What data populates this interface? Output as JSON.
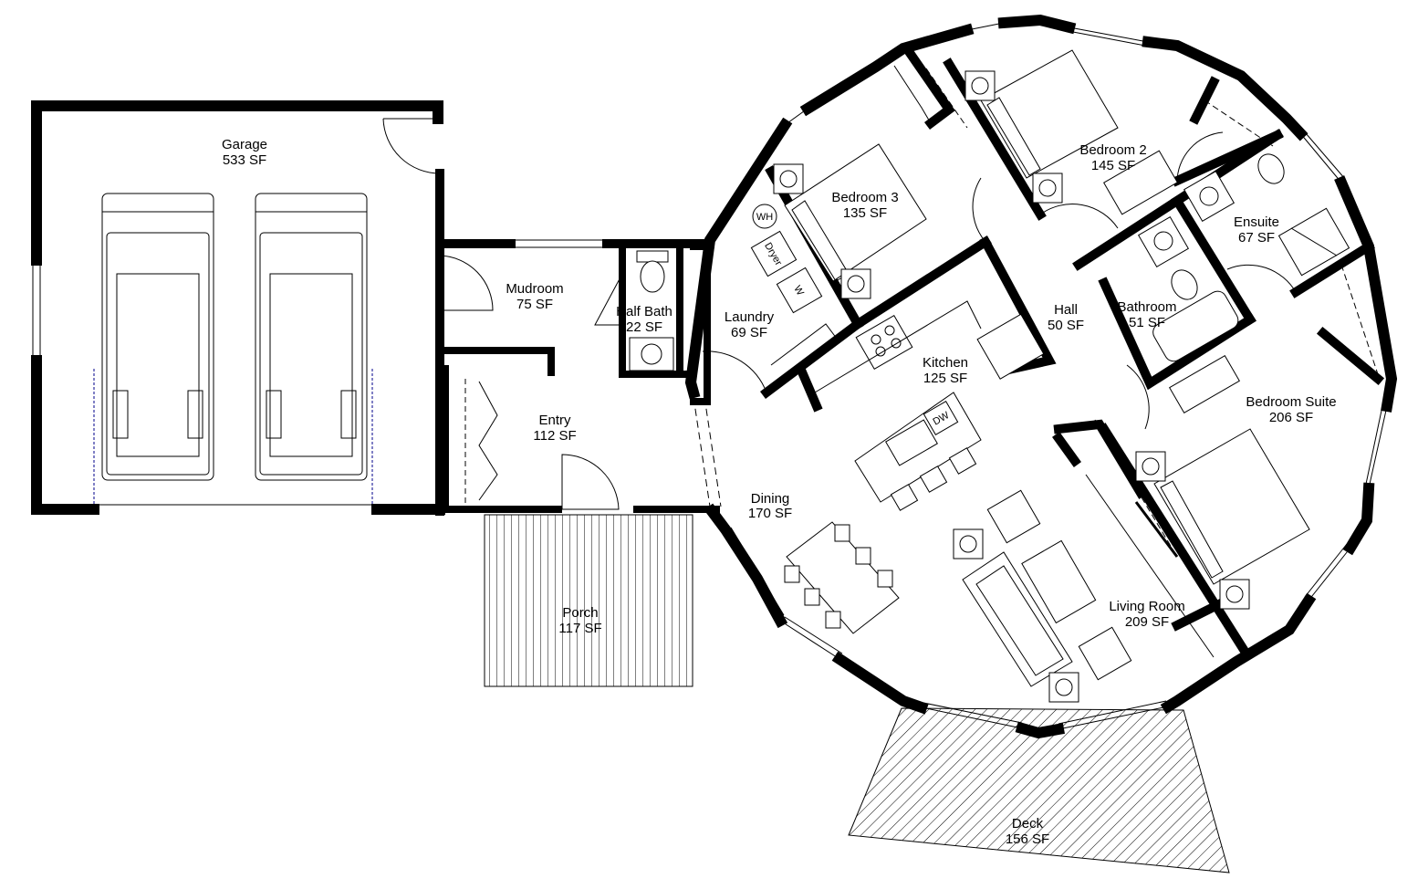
{
  "rooms": [
    {
      "id": "garage",
      "name": "Garage",
      "area": "533 SF"
    },
    {
      "id": "mudroom",
      "name": "Mudroom",
      "area": "75 SF"
    },
    {
      "id": "half_bath",
      "name": "Half Bath",
      "area": "22 SF"
    },
    {
      "id": "entry",
      "name": "Entry",
      "area": "112 SF"
    },
    {
      "id": "porch",
      "name": "Porch",
      "area": "117 SF"
    },
    {
      "id": "laundry",
      "name": "Laundry",
      "area": "69 SF"
    },
    {
      "id": "bedroom3",
      "name": "Bedroom 3",
      "area": "135 SF"
    },
    {
      "id": "bedroom2",
      "name": "Bedroom 2",
      "area": "145 SF"
    },
    {
      "id": "ensuite",
      "name": "Ensuite",
      "area": "67 SF"
    },
    {
      "id": "hall",
      "name": "Hall",
      "area": "50 SF"
    },
    {
      "id": "bathroom",
      "name": "Bathroom",
      "area": "51 SF"
    },
    {
      "id": "kitchen",
      "name": "Kitchen",
      "area": "125 SF"
    },
    {
      "id": "bedroom_suite",
      "name": "Bedroom Suite",
      "area": "206 SF"
    },
    {
      "id": "dining",
      "name": "Dining",
      "area": "170 SF"
    },
    {
      "id": "living_room",
      "name": "Living Room",
      "area": "209 SF"
    },
    {
      "id": "deck",
      "name": "Deck",
      "area": "156 SF"
    }
  ],
  "appliances": {
    "water_heater": "WH",
    "dryer": "Dryer",
    "washer": "W",
    "dishwasher": "DW"
  }
}
